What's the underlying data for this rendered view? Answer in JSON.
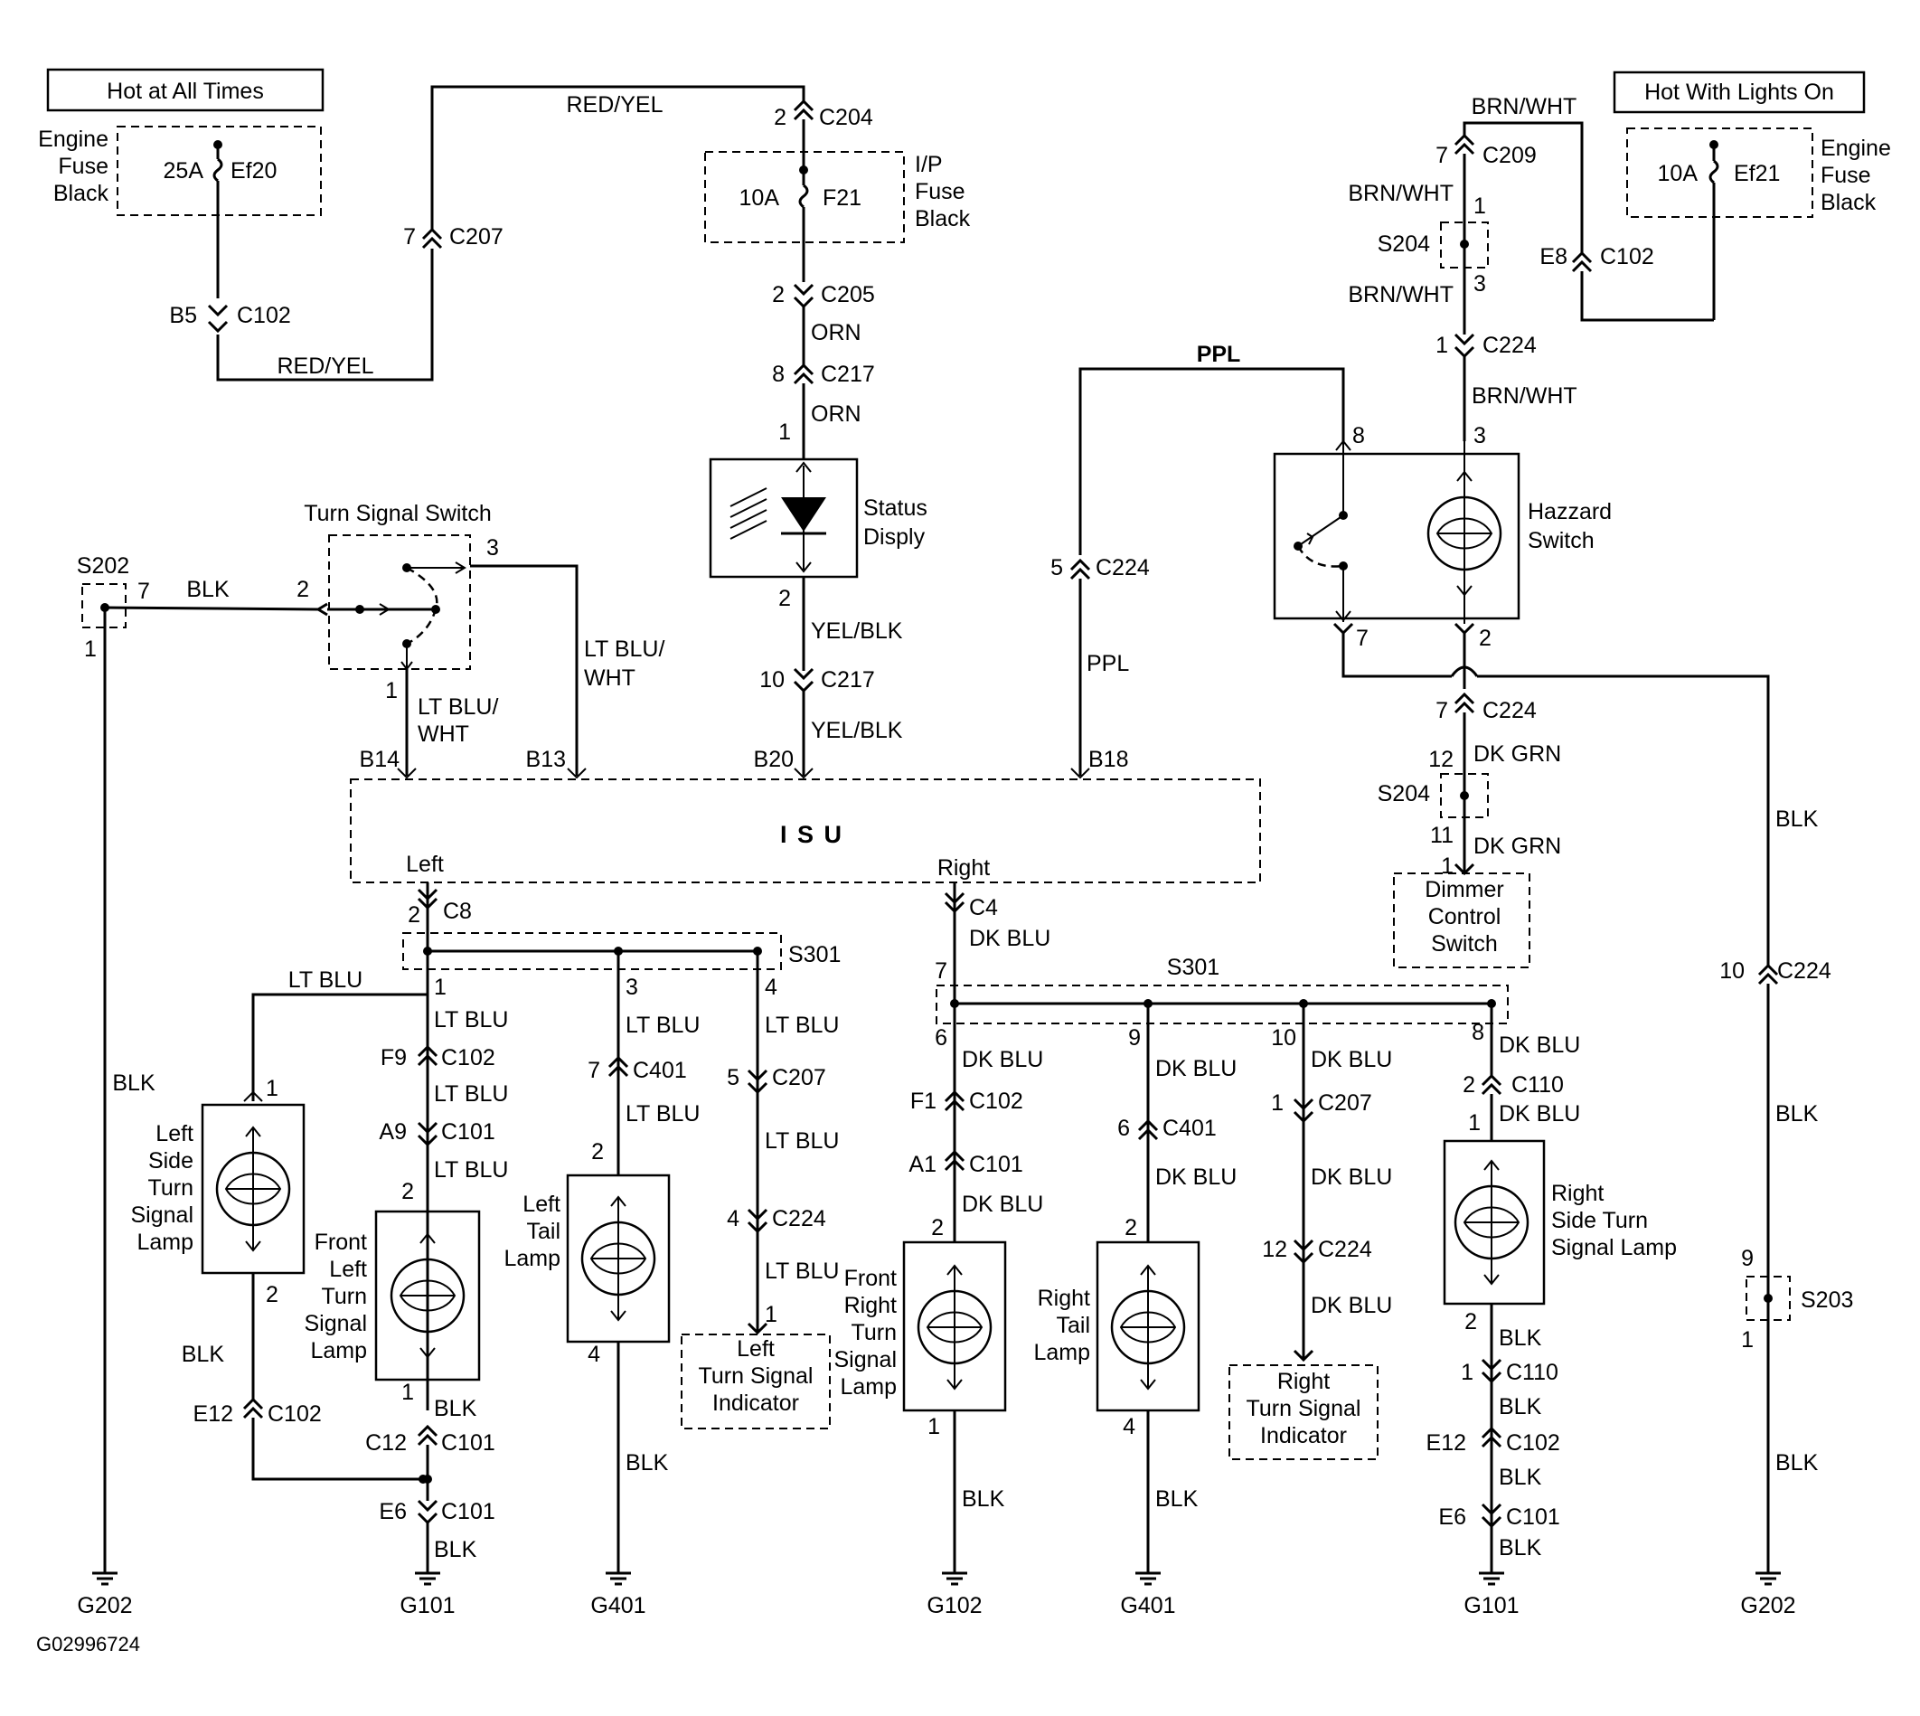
{
  "title": "",
  "figure_id": "G02996724",
  "labels": {
    "hot_at_all_times": "Hot at All Times",
    "hot_with_lights_on": "Hot With Lights On",
    "engine_fuse_block_left": [
      "Engine",
      "Fuse",
      "Black"
    ],
    "engine_fuse_block_right": [
      "Engine",
      "Fuse",
      "Black"
    ],
    "ip_fuse_block": [
      "I/P",
      "Fuse",
      "Black"
    ],
    "fuse_ef20_rating": "25A",
    "fuse_ef20_name": "Ef20",
    "fuse_f21_rating": "10A",
    "fuse_f21_name": "F21",
    "fuse_ef21_rating": "10A",
    "fuse_ef21_name": "Ef21",
    "isu": "I S U",
    "isu_left": "Left",
    "isu_right": "Right",
    "turn_signal_switch": "Turn Signal Switch",
    "status_display": [
      "Status",
      "Disply"
    ],
    "hazard_switch": [
      "Hazzard",
      "Switch"
    ],
    "dimmer_switch": [
      "Dimmer",
      "Control",
      "Switch"
    ],
    "left_indicator": [
      "Left",
      "Turn Signal",
      "Indicator"
    ],
    "right_indicator": [
      "Right",
      "Turn Signal",
      "Indicator"
    ],
    "left_side_lamp": [
      "Left",
      "Side",
      "Turn",
      "Signal",
      "Lamp"
    ],
    "front_left_lamp": [
      "Front",
      "Left",
      "Turn",
      "Signal",
      "Lamp"
    ],
    "left_tail_lamp": [
      "Left",
      "Tail",
      "Lamp"
    ],
    "front_right_lamp": [
      "Front",
      "Right",
      "Turn",
      "Signal",
      "Lamp"
    ],
    "right_tail_lamp": [
      "Right",
      "Tail",
      "Lamp"
    ],
    "right_side_lamp": [
      "Right",
      "Side Turn",
      "Signal Lamp"
    ]
  },
  "wires": {
    "red_yel": "RED/YEL",
    "orn": "ORN",
    "yel_blk": "YEL/BLK",
    "ppl": "PPL",
    "brn_wht": "BRN/WHT",
    "blk": "BLK",
    "lt_blu": "LT BLU",
    "lt_blu_wht_a": "LT BLU/",
    "lt_blu_wht_b": "WHT",
    "dk_blu": "DK BLU",
    "dk_grn": "DK GRN"
  },
  "connectors": {
    "C102": "C102",
    "C101": "C101",
    "C110": "C110",
    "C204": "C204",
    "C205": "C205",
    "C207": "C207",
    "C209": "C209",
    "C217": "C217",
    "C224": "C224",
    "C401": "C401",
    "C8": "C8",
    "C4": "C4"
  },
  "splices": {
    "S202": "S202",
    "S203": "S203",
    "S204": "S204",
    "S301": "S301"
  },
  "grounds": {
    "G101": "G101",
    "G102": "G102",
    "G202": "G202",
    "G401": "G401"
  },
  "pins": {
    "B5": "B5",
    "E8": "E8",
    "E12": "E12",
    "E6": "E6",
    "F9": "F9",
    "A9": "A9",
    "C12": "C12",
    "F1": "F1",
    "A1": "A1",
    "B14": "B14",
    "B13": "B13",
    "B20": "B20",
    "B18": "B18",
    "p1": "1",
    "p2": "2",
    "p3": "3",
    "p4": "4",
    "p5": "5",
    "p6": "6",
    "p7": "7",
    "p8": "8",
    "p9": "9",
    "p10": "10",
    "p11": "11",
    "p12": "12"
  }
}
